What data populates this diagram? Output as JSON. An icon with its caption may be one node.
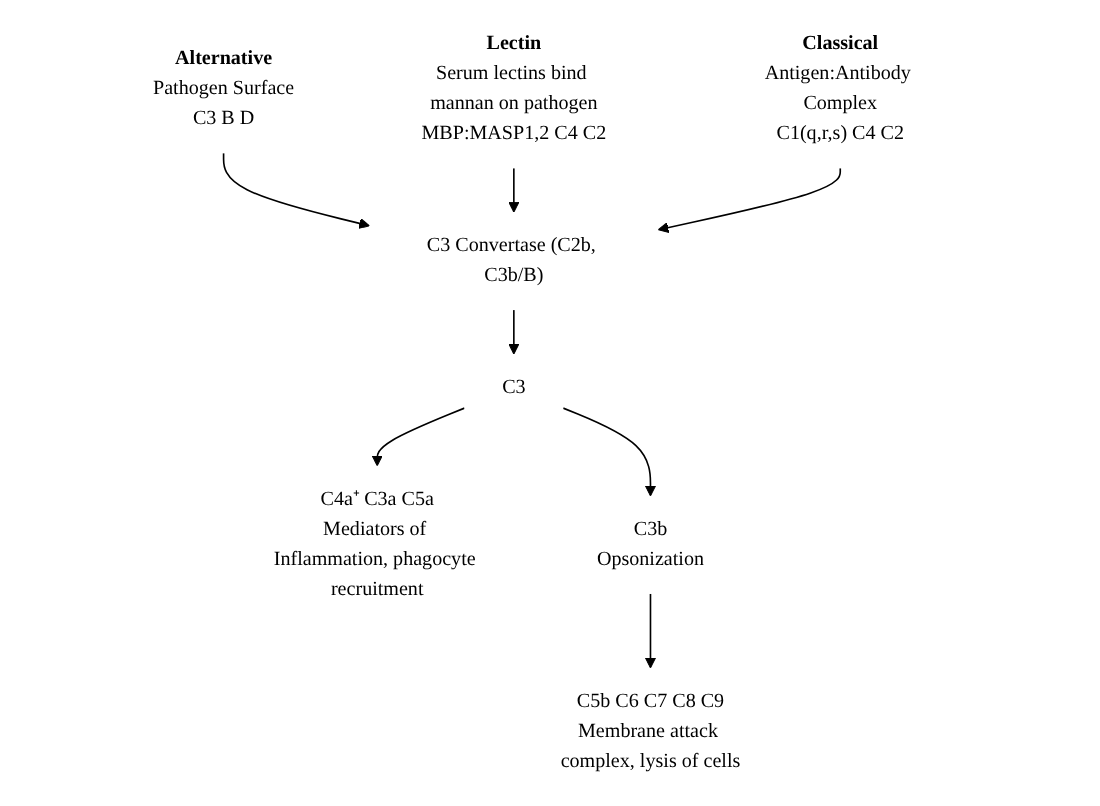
{
  "diagram": {
    "nodes": [
      {
        "text": [
          "Alternative",
          "Pathogen Surface",
          "C3 B D"
        ]
      },
      {
        "text": [
          "Lectin",
          "Serum lectins bind mannan on pathogen",
          "MBP:MASP1,2 C4 C2"
        ]
      },
      {
        "text": [
          "Classical",
          "Antigen:Antibody Complex",
          "C1(q,r,s) C4 C2"
        ]
      },
      {
        "text": [
          "C3 Convertase (C2b, C3b/B)"
        ]
      },
      {
        "text": [
          "C3"
        ]
      },
      {
        "text": [
          "C4a⁺ C3a C5a",
          "Mediators of Inflammation, phagocyte recruitment"
        ]
      },
      {
        "text": [
          "C3b",
          "Opsonization"
        ]
      },
      {
        "text": [
          "C5b C6 C7 C8 C9",
          "Membrane attack complex, lysis of cells"
        ]
      }
    ],
    "edges": [
      {
        "from": 0,
        "to": 3,
        "arrow": "to"
      },
      {
        "from": 1,
        "to": 3,
        "arrow": "to"
      },
      {
        "from": 2,
        "to": 3,
        "arrow": "to"
      },
      {
        "from": 3,
        "to": 4,
        "arrow": "to"
      },
      {
        "from": 4,
        "to": 5,
        "arrow": "to"
      },
      {
        "from": 4,
        "to": 6,
        "arrow": "to"
      },
      {
        "from": 6,
        "to": 7,
        "arrow": "to"
      }
    ]
  }
}
